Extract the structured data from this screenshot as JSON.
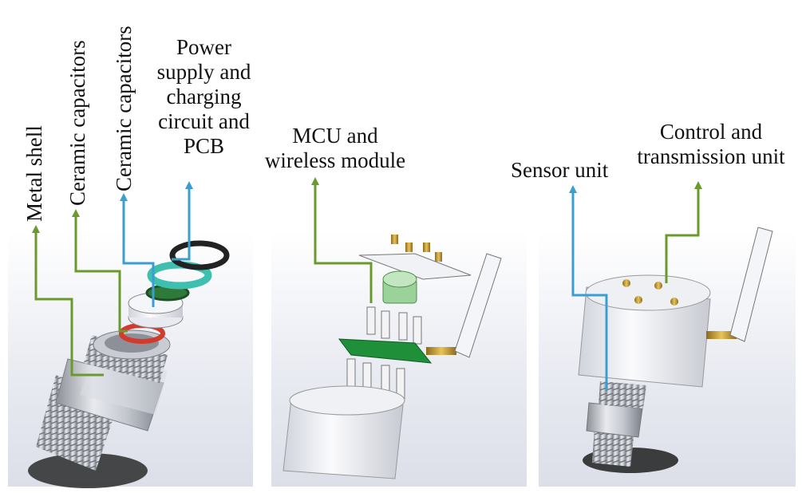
{
  "labels": {
    "metal_shell": "Metal shell",
    "ceramic_capacitors_1": "Ceramic capacitors",
    "ceramic_capacitors_2": "Ceramic capacitors",
    "power_supply": [
      "Power",
      "supply and",
      "charging",
      "circuit and",
      "PCB"
    ],
    "mcu": [
      "MCU and",
      "wireless module"
    ],
    "sensor_unit": "Sensor unit",
    "control_unit": [
      "Control and",
      "transmission unit"
    ]
  },
  "colors": {
    "green_leader": "#6a9a2c",
    "blue_leader": "#3a9fd0",
    "panel_bg": "#e6e8f0"
  }
}
